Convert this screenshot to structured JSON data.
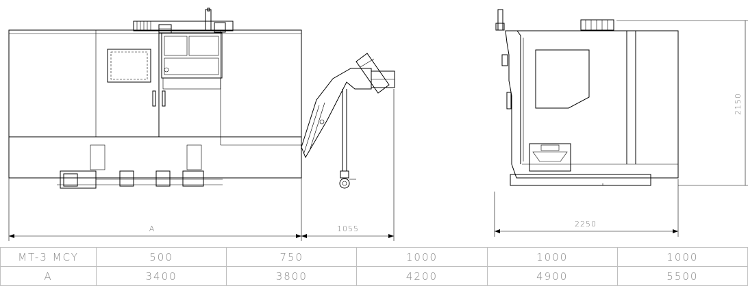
{
  "dimensions": {
    "length_label": "A",
    "conveyor_length": "1055",
    "depth": "2250",
    "height": "2150"
  },
  "table": {
    "rows": [
      {
        "label": "MT-3 MCY",
        "values": [
          "500",
          "750",
          "1000",
          "1000",
          "1000"
        ]
      },
      {
        "label": "A",
        "values": [
          "3400",
          "3800",
          "4200",
          "4900",
          "5500"
        ]
      }
    ]
  }
}
